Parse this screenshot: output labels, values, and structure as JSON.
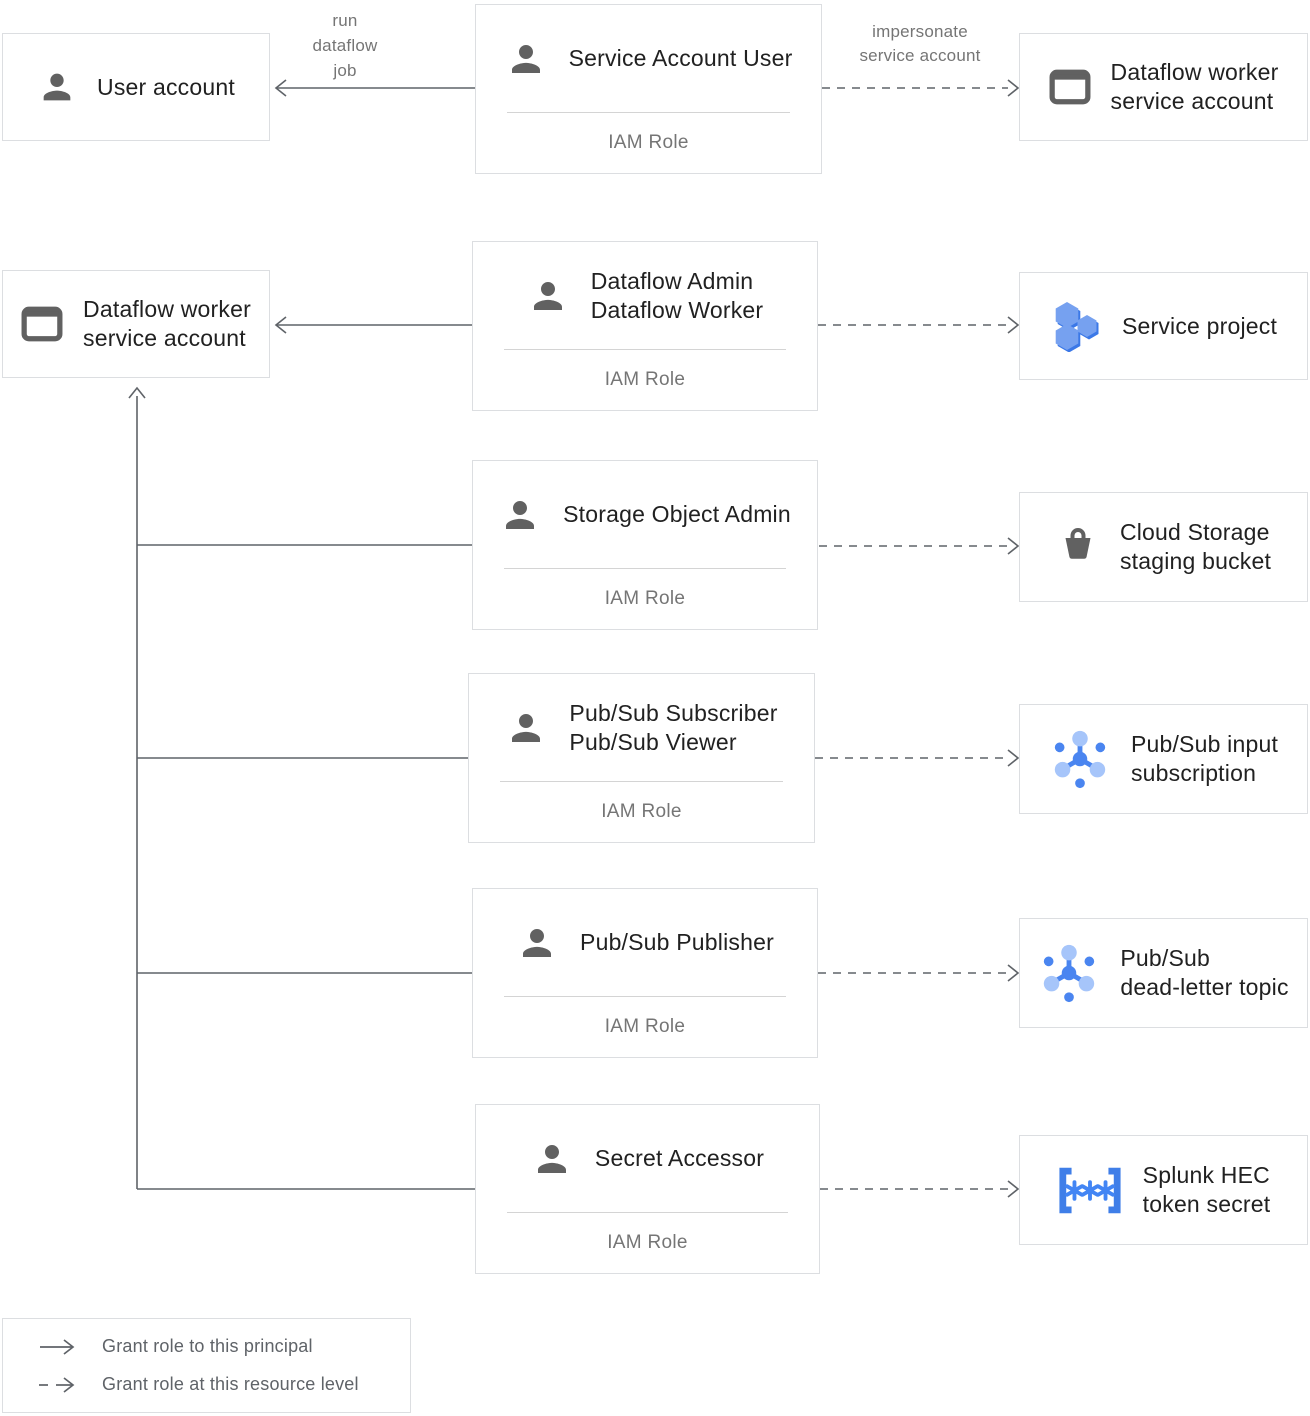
{
  "nodes": {
    "user_account": {
      "label": "User account"
    },
    "service_account_user": {
      "title": "Service Account User",
      "subtitle": "IAM Role"
    },
    "dataflow_worker_sa_top": {
      "label": "Dataflow worker\nservice account"
    },
    "dataflow_worker_sa_left": {
      "label": "Dataflow worker\nservice account"
    },
    "dataflow_admin_worker": {
      "title": "Dataflow Admin\nDataflow Worker",
      "subtitle": "IAM Role"
    },
    "service_project": {
      "label": "Service project"
    },
    "storage_object_admin": {
      "title": "Storage Object Admin",
      "subtitle": "IAM Role"
    },
    "cloud_storage_bucket": {
      "label": "Cloud Storage\nstaging bucket"
    },
    "pubsub_subscriber_viewer": {
      "title": "Pub/Sub Subscriber\nPub/Sub Viewer",
      "subtitle": "IAM Role"
    },
    "pubsub_input_subscription": {
      "label": "Pub/Sub input\nsubscription"
    },
    "pubsub_publisher": {
      "title": "Pub/Sub Publisher",
      "subtitle": "IAM Role"
    },
    "pubsub_dead_letter_topic": {
      "label": "Pub/Sub\ndead-letter topic"
    },
    "secret_accessor": {
      "title": "Secret Accessor",
      "subtitle": "IAM Role"
    },
    "splunk_hec_token_secret": {
      "label": "Splunk HEC\ntoken secret"
    }
  },
  "edges": {
    "run_dataflow_job": {
      "label": "run\ndataflow\njob"
    },
    "impersonate_service_account": {
      "label": "impersonate\nservice account"
    }
  },
  "legend": {
    "solid_label": "Grant role to this principal",
    "dashed_label": "Grant role at this resource level"
  },
  "colors": {
    "box_border": "#dcdee1",
    "title_text": "#212121",
    "muted_text": "#757575",
    "connector": "#5f6368",
    "icon_gray": "#616161",
    "blue_medium": "#4285f4",
    "blue_light": "#a6c5fa",
    "hexagon_blue": "#76a1f0",
    "hexagon_shadow": "#3b78e7"
  }
}
